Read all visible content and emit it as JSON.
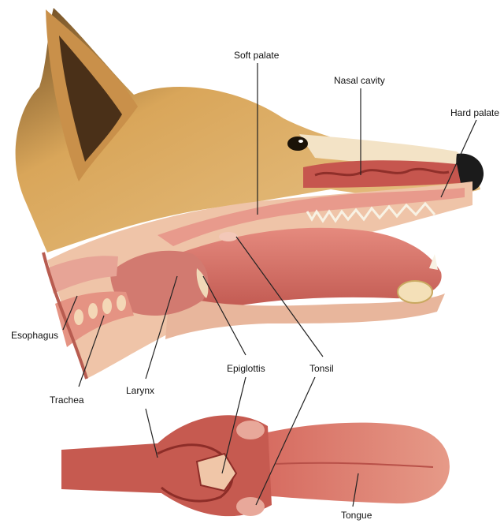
{
  "labels": {
    "soft_palate": "Soft palate",
    "nasal_cavity": "Nasal cavity",
    "hard_palate": "Hard palate",
    "esophagus": "Esophagus",
    "trachea": "Trachea",
    "larynx": "Larynx",
    "epiglottis": "Epiglottis",
    "tonsil": "Tonsil",
    "tongue": "Tongue"
  },
  "colors": {
    "fur": "#d9a65a",
    "fur_dark": "#5a3b1c",
    "tissue": "#d9736a",
    "tissue_dark": "#a83f3a",
    "tissue_light": "#f0b2a4",
    "leader_line": "#222222"
  }
}
